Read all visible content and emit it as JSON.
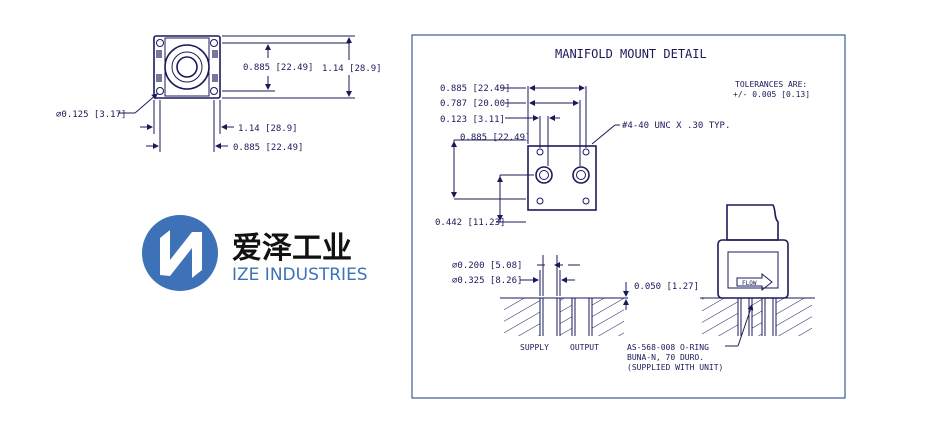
{
  "top_view": {
    "dim_holes_vertical": "0.885 [22.49]",
    "dim_overall_height": "1.14 [28.9]",
    "dim_hole_diameter": "⌀0.125 [3.17]",
    "dim_overall_width": "1.14 [28.9]",
    "dim_holes_horizontal": "0.885 [22.49]"
  },
  "logo": {
    "company_cn": "爱泽工业",
    "company_en": "IZE INDUSTRIES"
  },
  "detail": {
    "title": "MANIFOLD MOUNT DETAIL",
    "tolerance_line1": "TOLERANCES ARE:",
    "tolerance_line2": "+/- 0.005 [0.13]",
    "dim_a": "0.885 [22.49]",
    "dim_b": "0.787 [20.00]",
    "dim_c": "0.123 [3.11]",
    "dim_d": "0.885 [22.49]",
    "dim_e": "0.442 [11.23]",
    "thread_note": "#4-40 UNC X .30 TYP.",
    "dim_port_small": "⌀0.200 [5.08]",
    "dim_port_large": "⌀0.325 [8.26]",
    "dim_recess": "0.050 [1.27]",
    "port_supply": "SUPPLY",
    "port_output": "OUTPUT",
    "oring_line1": "AS-568-008 O-RING",
    "oring_line2": "BUNA-N, 70 DURO.",
    "oring_line3": "(SUPPLIED WITH UNIT)",
    "flow_label": "FLOW"
  },
  "colors": {
    "line": "#1a1a5a",
    "logo_blue": "#3d72b8"
  }
}
